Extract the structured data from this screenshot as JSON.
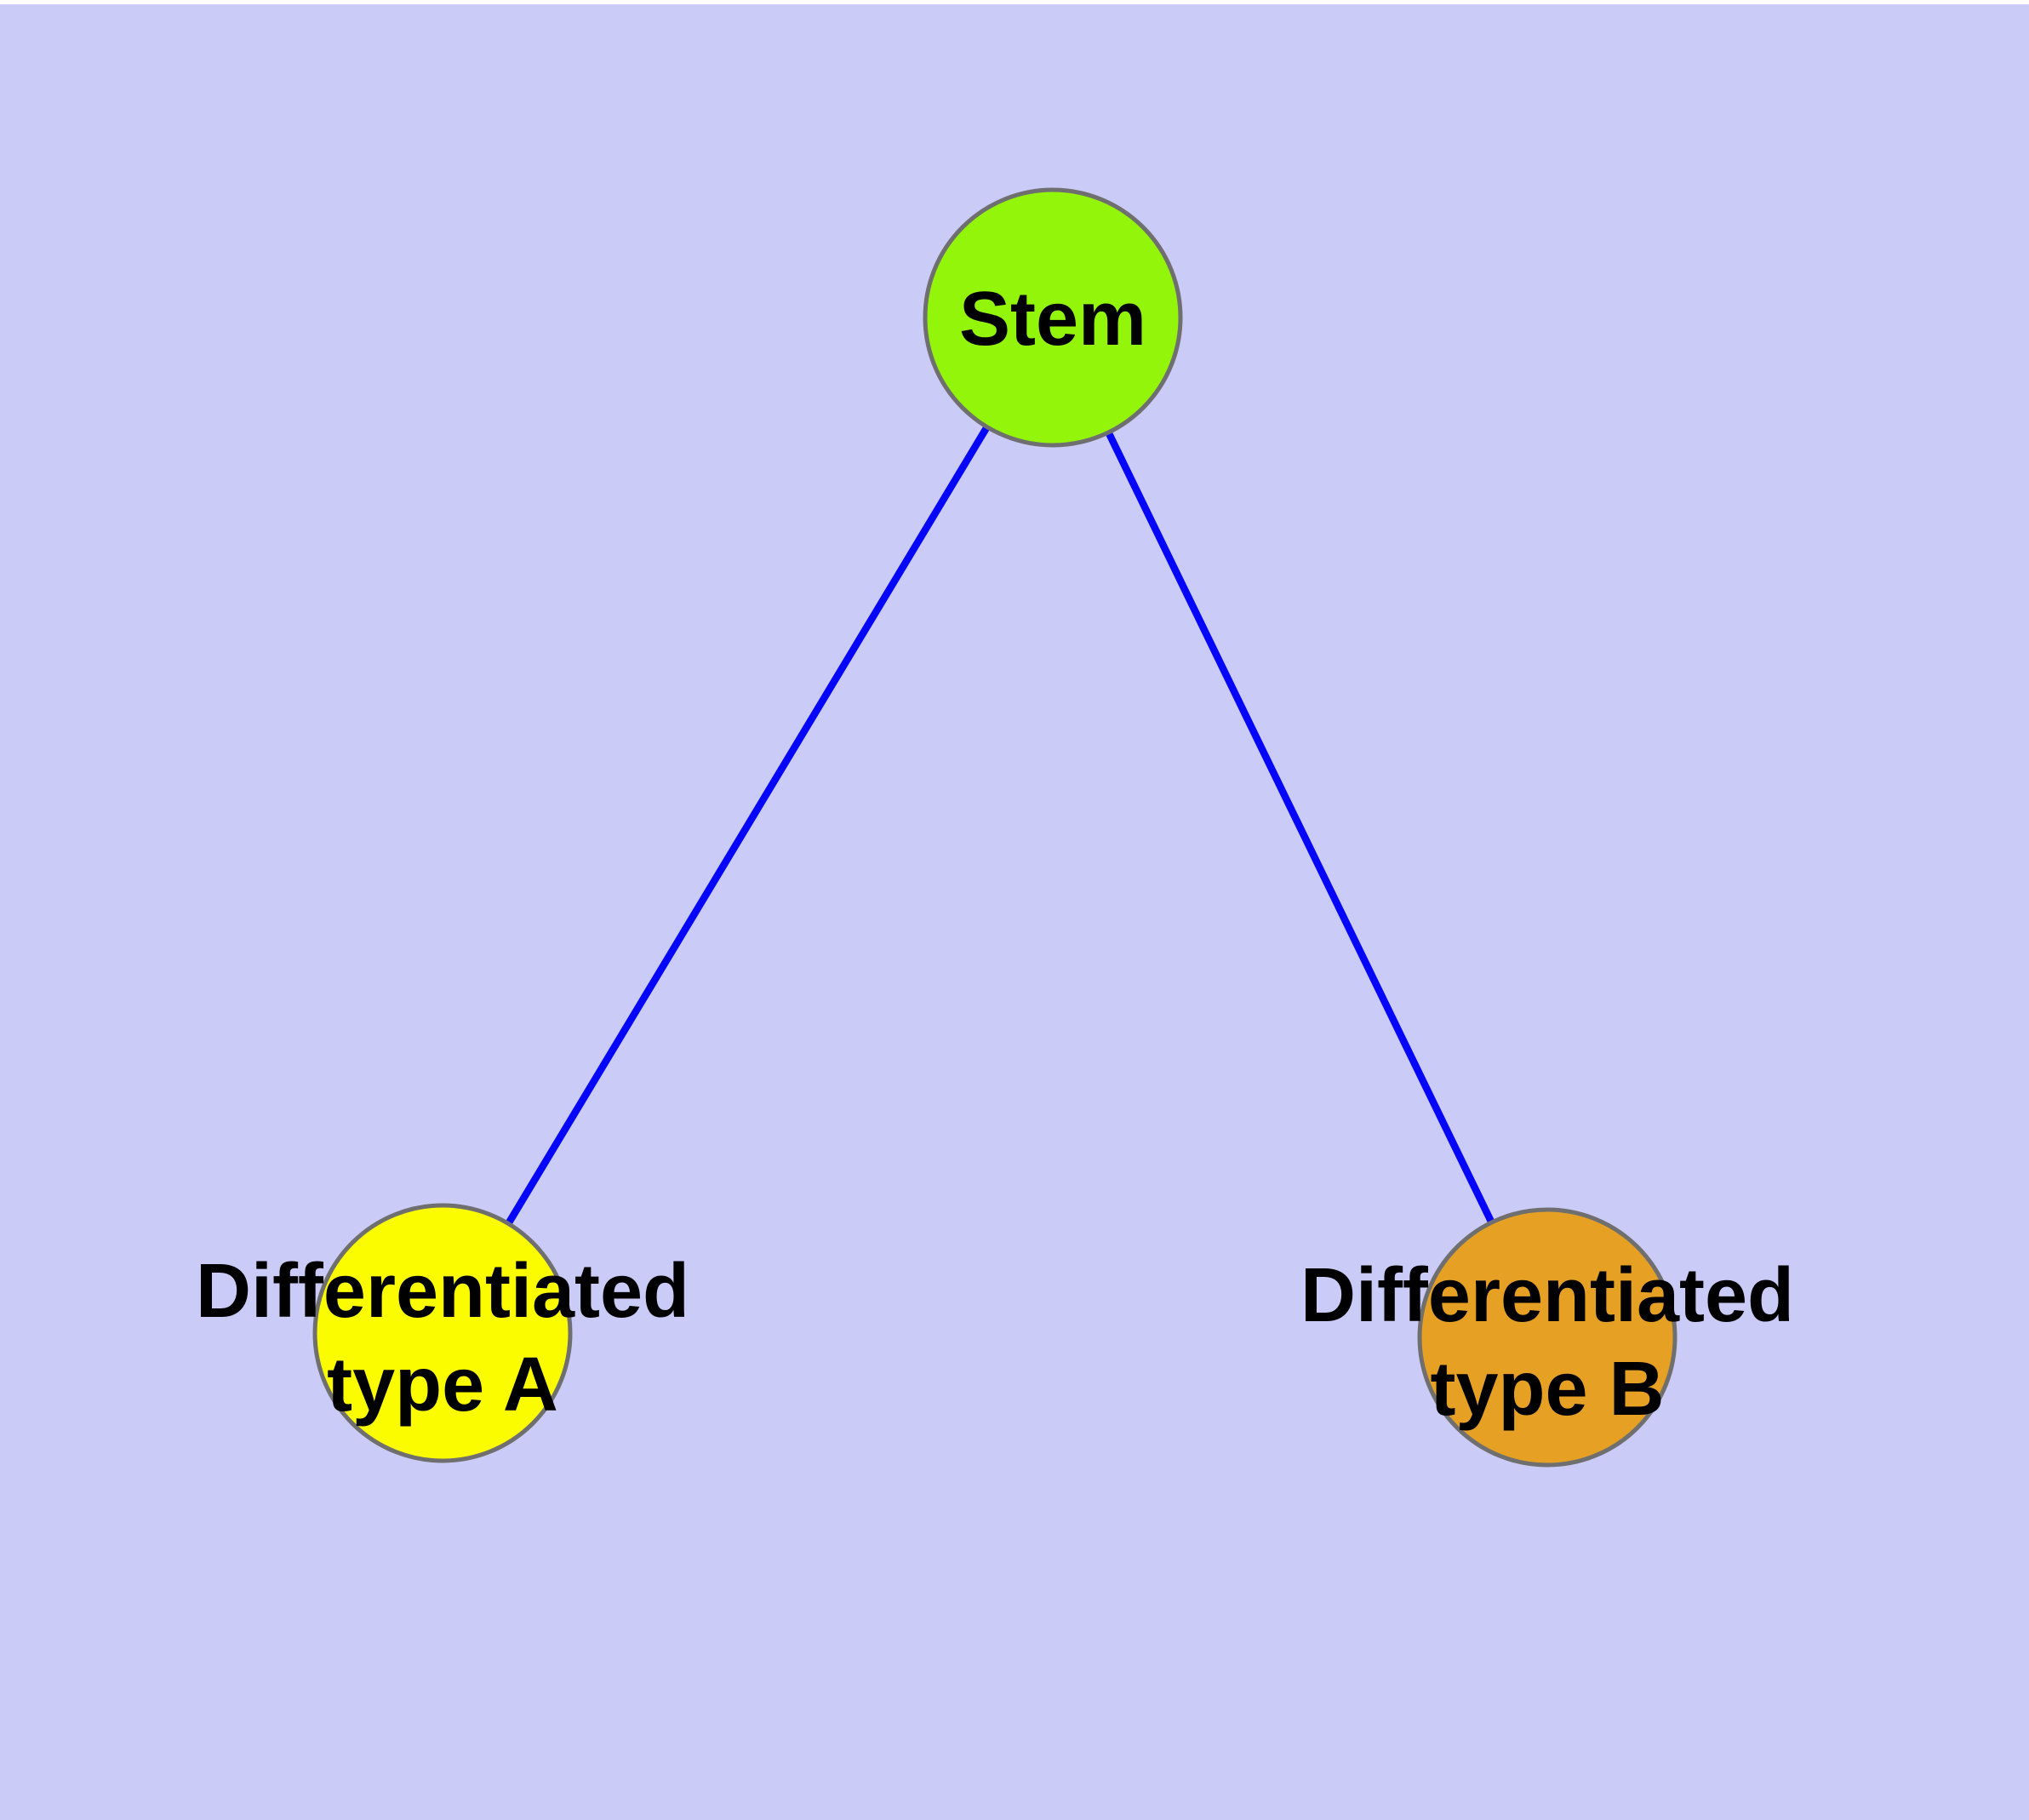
{
  "canvas": {
    "background_color": "#CBCBF8",
    "top_strip_color": "#FFFFFF"
  },
  "text_color": "#000000",
  "nodes": [
    {
      "id": "stem",
      "label": "Stem",
      "fill": "#93F50A",
      "border_color": "#6F6F6F"
    },
    {
      "id": "differentiated-type-a",
      "label_line1": "Differentiated",
      "label_line2": "type A",
      "fill": "#FCFC00",
      "border_color": "#6F6F6F"
    },
    {
      "id": "differentiated-type-b",
      "label_line1": "Differentiated",
      "label_line2": "type B",
      "fill": "#E6A024",
      "border_color": "#6F6F6F"
    }
  ],
  "edges": [
    {
      "from": "stem",
      "to": "differentiated-type-a",
      "color": "#0505FA"
    },
    {
      "from": "stem",
      "to": "differentiated-type-b",
      "color": "#0505FA"
    }
  ]
}
